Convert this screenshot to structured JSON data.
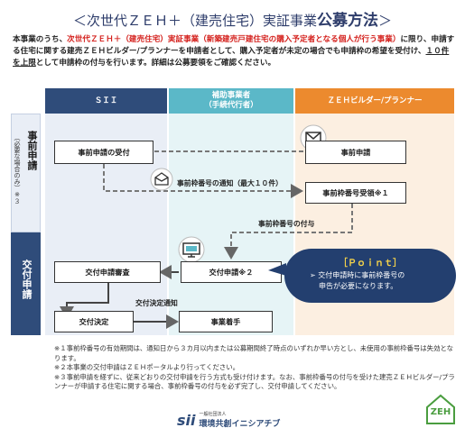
{
  "header": {
    "title_pre": "＜次世代ＺＥＨ＋（建売住宅）実証事業",
    "title_em": "公募方法",
    "title_post": "＞"
  },
  "intro": {
    "p1": "本事業のうち、",
    "p2_red": "次世代ＺＥＨ＋（建売住宅）実証事業（新築建売戸建住宅の購入予定者となる個人が行う事業）",
    "p3": "に限り、申請する住宅に関する建売ＺＥＨビルダー/プランナーを申請者として、購入予定者が未定の場合でも申請枠の希望を受付け、",
    "p4_underline": "１０件を上限",
    "p5": "として申請枠の付与を行います。詳細は公募要領をご確認ください。"
  },
  "columns": {
    "sii": "ＳＩＩ",
    "agent_line1": "補助事業者",
    "agent_line2": "（手続代行者）",
    "builder": "ＺＥＨビルダー/プランナー"
  },
  "phases": {
    "pre_main": "事前申請",
    "pre_sub": "（必要な場合のみ）※３",
    "main": "交付申請"
  },
  "flow": {
    "pre_receive": "事前申請の受付",
    "pre_apply": "事前申請",
    "slot_notice": "事前枠番号の通知（最大１０件）",
    "slot_received": "事前枠番号受領※１",
    "slot_assign": "事前枠番号の付与",
    "grant_review": "交付申請審査",
    "grant_apply": "交付申請※２",
    "grant_decision_notice": "交付決定通知",
    "grant_decision": "交付決定",
    "construction_start": "事業着手"
  },
  "point": {
    "title": "［Ｐｏｉｎｔ］",
    "body_line1": "➢ 交付申請時に事前枠番号の",
    "body_line2": "申告が必要になります。"
  },
  "notes": [
    "※１事前枠番号の有効期間は、通知日から３カ月以内または公募期間終了時点のいずれか早い方とし、未使用の事前枠番号は失効となります。",
    "※２本事業の交付申請はＺＥＨポータルより行ってください。",
    "※３事前申請を経ずに、従来どおりの交付申請を行う方式も受け付けます。なお、事前枠番号の付与を受けた建売ＺＥＨビルダー/プランナーが申請する住宅に関する場合、事前枠番号の付与を必ず完了し、交付申請してください。"
  ],
  "footer": {
    "logo_mark": "sii",
    "org_small": "一般社団法人",
    "org_name": "環境共創イニシアチブ",
    "zeh_mark": "ZEH"
  },
  "colors": {
    "sii_header": "#2f4c7a",
    "agent_header": "#5bb8c8",
    "builder_header": "#ec8a2e",
    "point_bg": "#233f6f"
  }
}
